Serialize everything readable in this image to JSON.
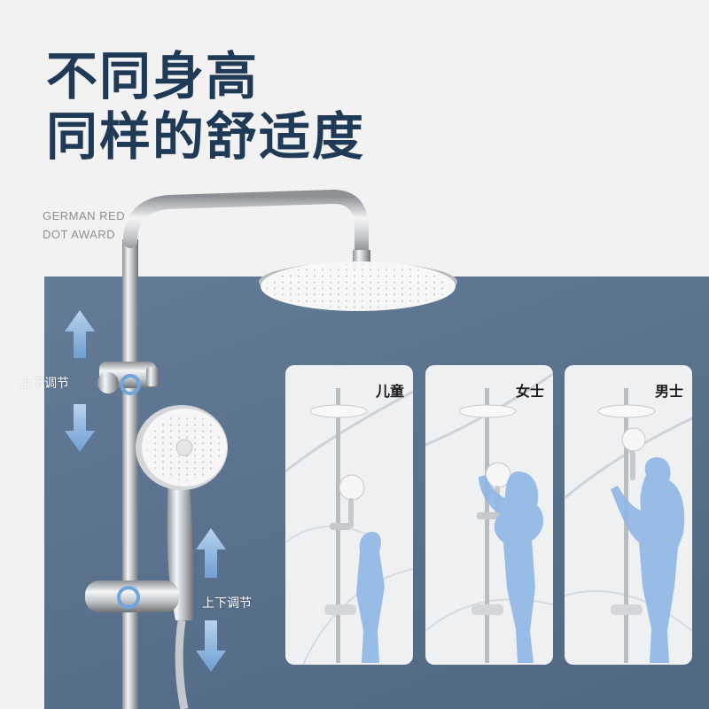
{
  "headline": {
    "line1": "不同身高",
    "line2": "同样的舒适度"
  },
  "award": {
    "line1": "GERMAN RED",
    "line2": "DOT AWARD"
  },
  "adjust": {
    "upper_label": "上下调节",
    "lower_label": "上下调节"
  },
  "cards": [
    {
      "label": "儿童"
    },
    {
      "label": "女士"
    },
    {
      "label": "男士"
    }
  ],
  "colors": {
    "headline": "#1f3a56",
    "panel": "#56708e",
    "silhouette": "#8fb6e6",
    "chrome": "#c9ccd0"
  }
}
